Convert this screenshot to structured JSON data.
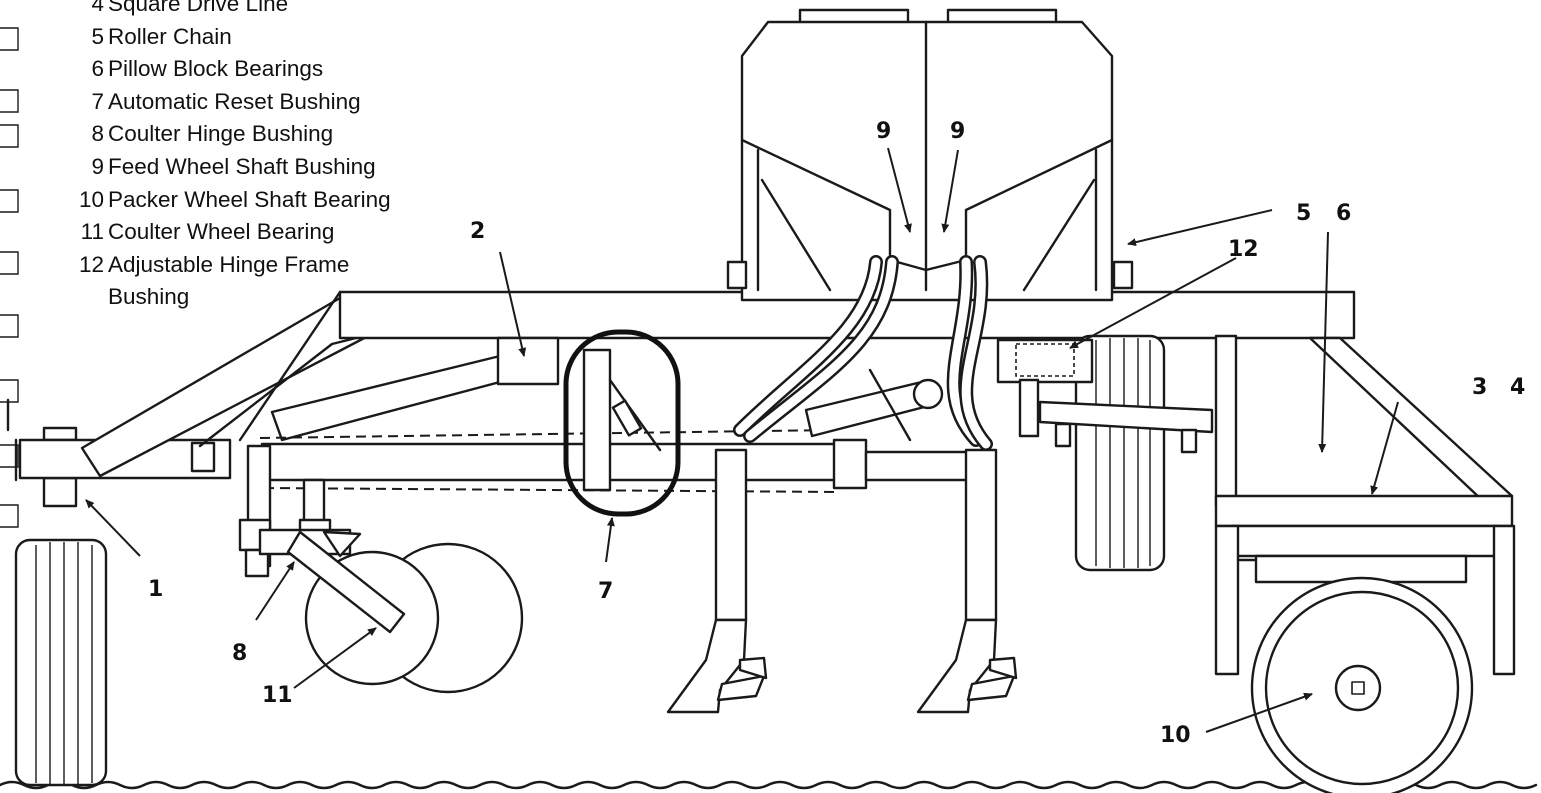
{
  "legend": {
    "items": [
      {
        "num": "4",
        "label": "Square Drive Line"
      },
      {
        "num": "5",
        "label": "Roller Chain"
      },
      {
        "num": "6",
        "label": "Pillow Block Bearings"
      },
      {
        "num": "7",
        "label": "Automatic Reset Bushing"
      },
      {
        "num": "8",
        "label": "Coulter Hinge Bushing"
      },
      {
        "num": "9",
        "label": "Feed Wheel Shaft Bushing"
      },
      {
        "num": "10",
        "label": "Packer Wheel Shaft Bearing"
      },
      {
        "num": "11",
        "label": "Coulter Wheel Bearing"
      },
      {
        "num": "12",
        "label": "Adjustable Hinge Frame"
      }
    ],
    "continuation": "Bushing"
  },
  "callouts": {
    "c1": "1",
    "c2": "2",
    "c3": "3",
    "c4": "4",
    "c5": "5",
    "c6": "6",
    "c7": "7",
    "c8": "8",
    "c9a": "9",
    "c9b": "9",
    "c10": "10",
    "c11": "11",
    "c12": "12"
  }
}
